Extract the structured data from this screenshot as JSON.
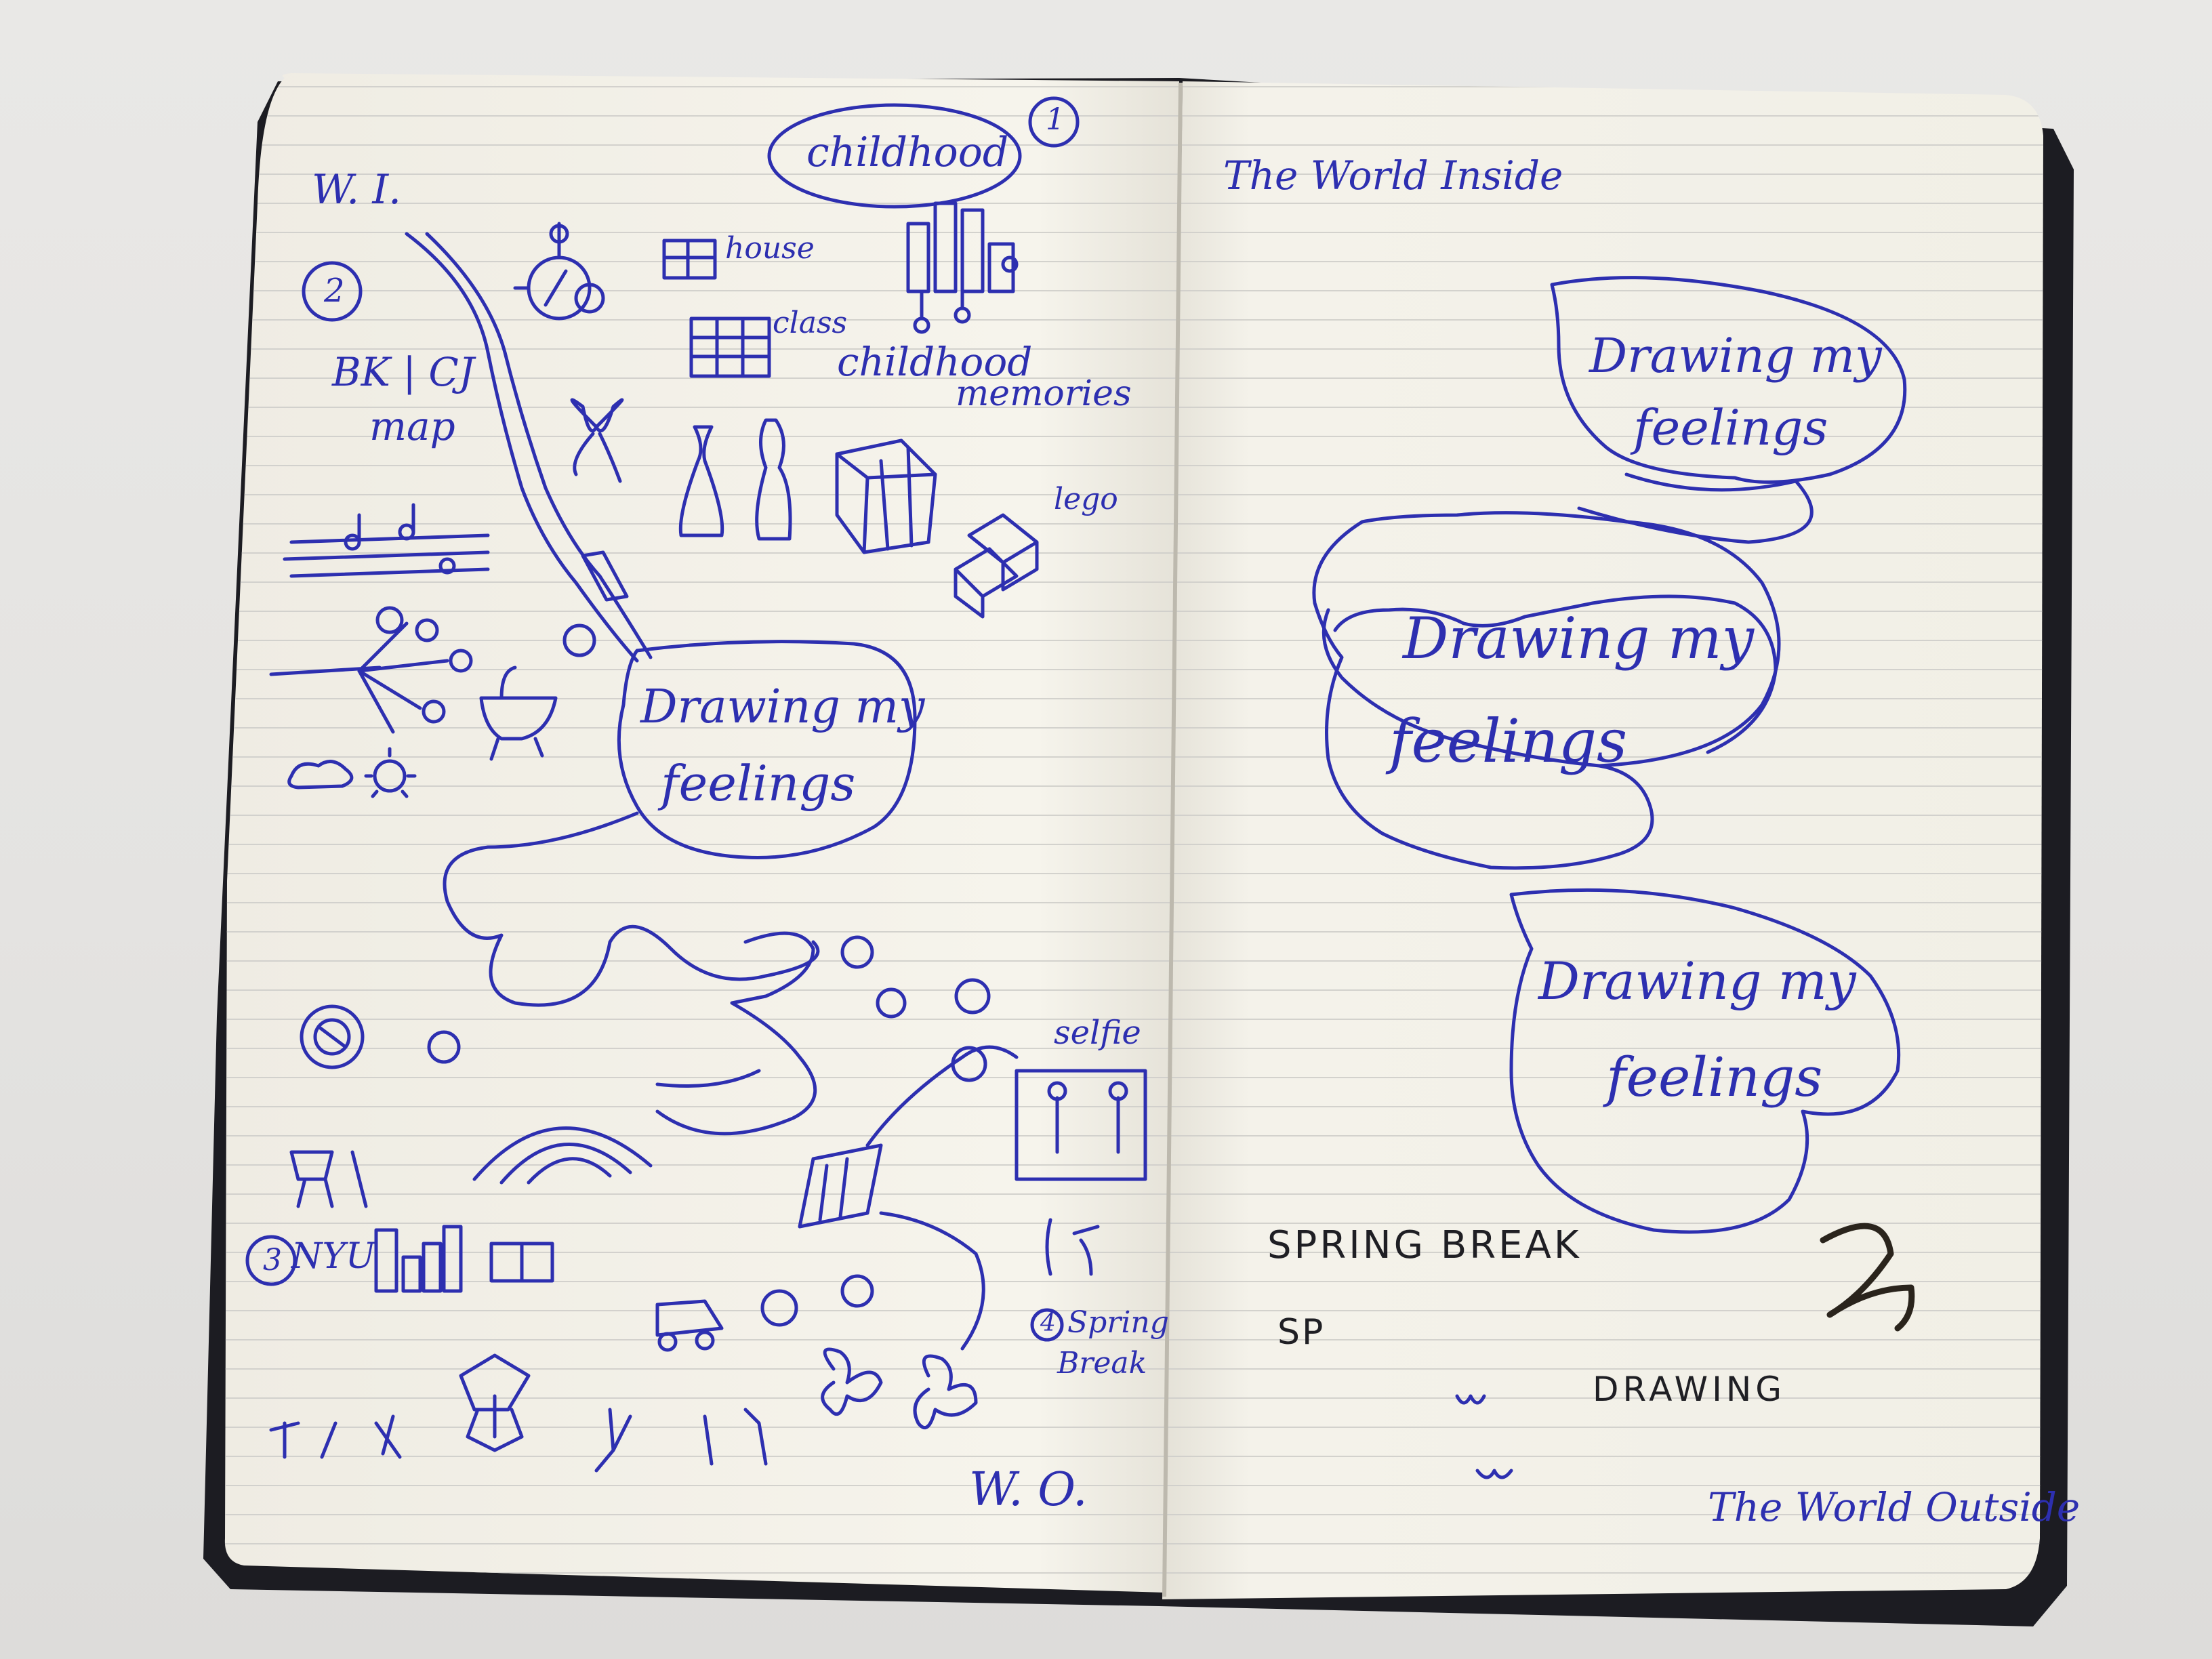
{
  "left_page": {
    "wi": "W. I.",
    "childhood_bubble": "childhood",
    "marker_1": "1",
    "marker_2": "2",
    "bk_cj": "BK | CJ",
    "map": "map",
    "house": "house",
    "class": "class",
    "childhood_memories_1": "childhood",
    "childhood_memories_2": "memories",
    "lego": "lego",
    "center_line1": "Drawing my",
    "center_line2": "feelings",
    "selfie": "selfie",
    "marker_3": "3",
    "nyu": "NYU",
    "marker_4": "4",
    "spring_break_1": "Spring",
    "spring_break_2": "Break",
    "wo": "W. O."
  },
  "right_page": {
    "title_inside": "The World Inside",
    "bubble_top_1": "Drawing my",
    "bubble_top_2": "feelings",
    "bubble_mid_1": "Drawing my",
    "bubble_mid_2": "feelings",
    "bubble_bottom_1": "Drawing my",
    "bubble_bottom_2": "feelings",
    "spring_break": "SPRING BREAK",
    "sp": "SP",
    "drawing": "DRAWING",
    "title_outside": "The World Outside"
  },
  "colors": {
    "ink": "#2d2fb0",
    "paper": "#f4f1e8",
    "cover": "#1c1c22",
    "lines": "#c9c8c4"
  }
}
